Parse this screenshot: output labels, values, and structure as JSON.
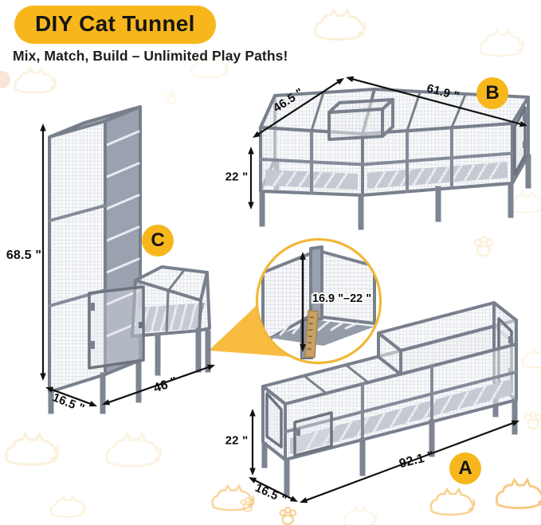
{
  "header": {
    "title": "DIY Cat Tunnel",
    "subtitle": "Mix, Match, Build – Unlimited Play Paths!"
  },
  "configurations": {
    "b": {
      "badge": "B",
      "depth_label": "46.5 \"",
      "length_label": "61.9 \"",
      "height_label": "22 \""
    },
    "c": {
      "badge": "C",
      "height_label": "68.5 \"",
      "depth_label": "16.5 \"",
      "length_label": "46 \""
    },
    "a": {
      "badge": "A",
      "height_label": "22 \"",
      "depth_label": "16.5 \"",
      "length_label": "92.1 \""
    }
  },
  "callout": {
    "adjustable_height_label": "16.9 \"–22 \""
  },
  "colors": {
    "accent_yellow": "#F7B71C",
    "cage_gray": "#8D93A1",
    "text_black": "#161616"
  }
}
